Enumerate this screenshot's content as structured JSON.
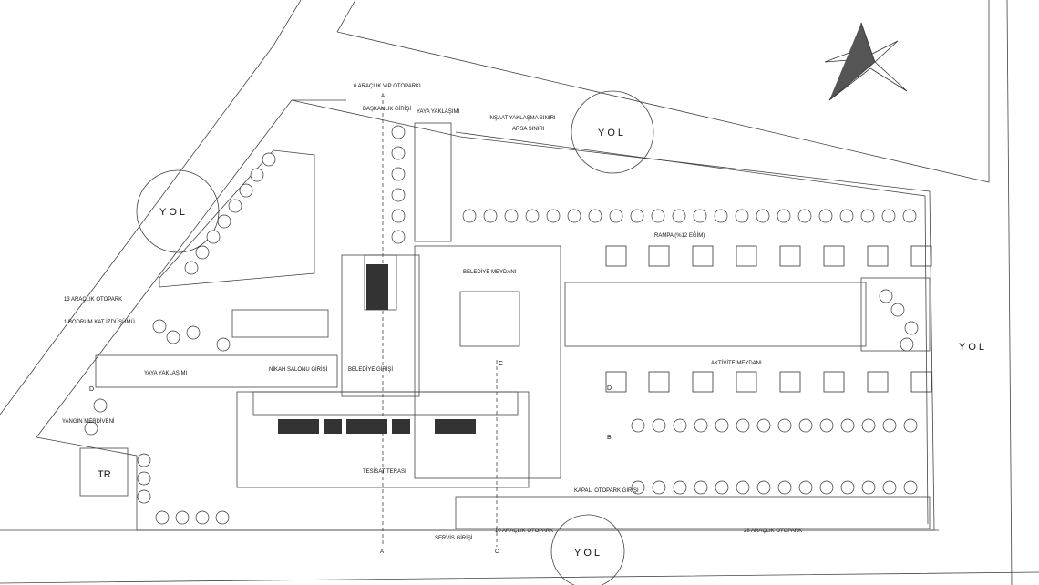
{
  "labels": {
    "vip_parking": "6 ARAÇLIK VIP OTOPARKI",
    "section_a_top": "A",
    "presidency_entrance": "BAŞKANLIK GİRİŞİ",
    "pedestrian_approach_top": "YAYA YAKLAŞIMI",
    "construction_limit": "İNŞAAT YAKLAŞMA SINIRI",
    "plot_limit": "ARSA SINIRI",
    "ramp": "RAMPA (%12 EĞİM)",
    "municipality_square": "BELEDİYE MEYDANI",
    "parking_13": "13 ARAÇLIK OTOPARK",
    "basement_projection": "1.BODRUM KAT İZDÜŞÜMÜ",
    "pedestrian_approach_left": "YAYA YAKLAŞIMI",
    "wedding_hall_entrance": "NİKAH SALONU GİRİŞİ",
    "municipality_entrance": "BELEDİYE GİRİŞİ",
    "section_c_top": "C",
    "section_d_left": "D",
    "section_d_right": "D",
    "activity_square": "AKTİVİTE MEYDANI",
    "fire_stair": "YANGIN MERDİVENİ",
    "transformer": "TR",
    "section_b": "B",
    "facility_terrace": "TESİSAT TERASI",
    "covered_parking_entrance": "KAPALI OTOPARK GİRİŞİ",
    "parking_10": "10 ARAÇLIK OTOPARK",
    "parking_28": "28 ARAÇLIK OTOPARK",
    "service_entrance": "SERVİS GİRİŞİ",
    "section_a_bottom": "A",
    "section_c_bottom": "C",
    "road_top": "YOL",
    "road_left": "YOL",
    "road_right": "YOL",
    "road_bottom": "YOL"
  }
}
